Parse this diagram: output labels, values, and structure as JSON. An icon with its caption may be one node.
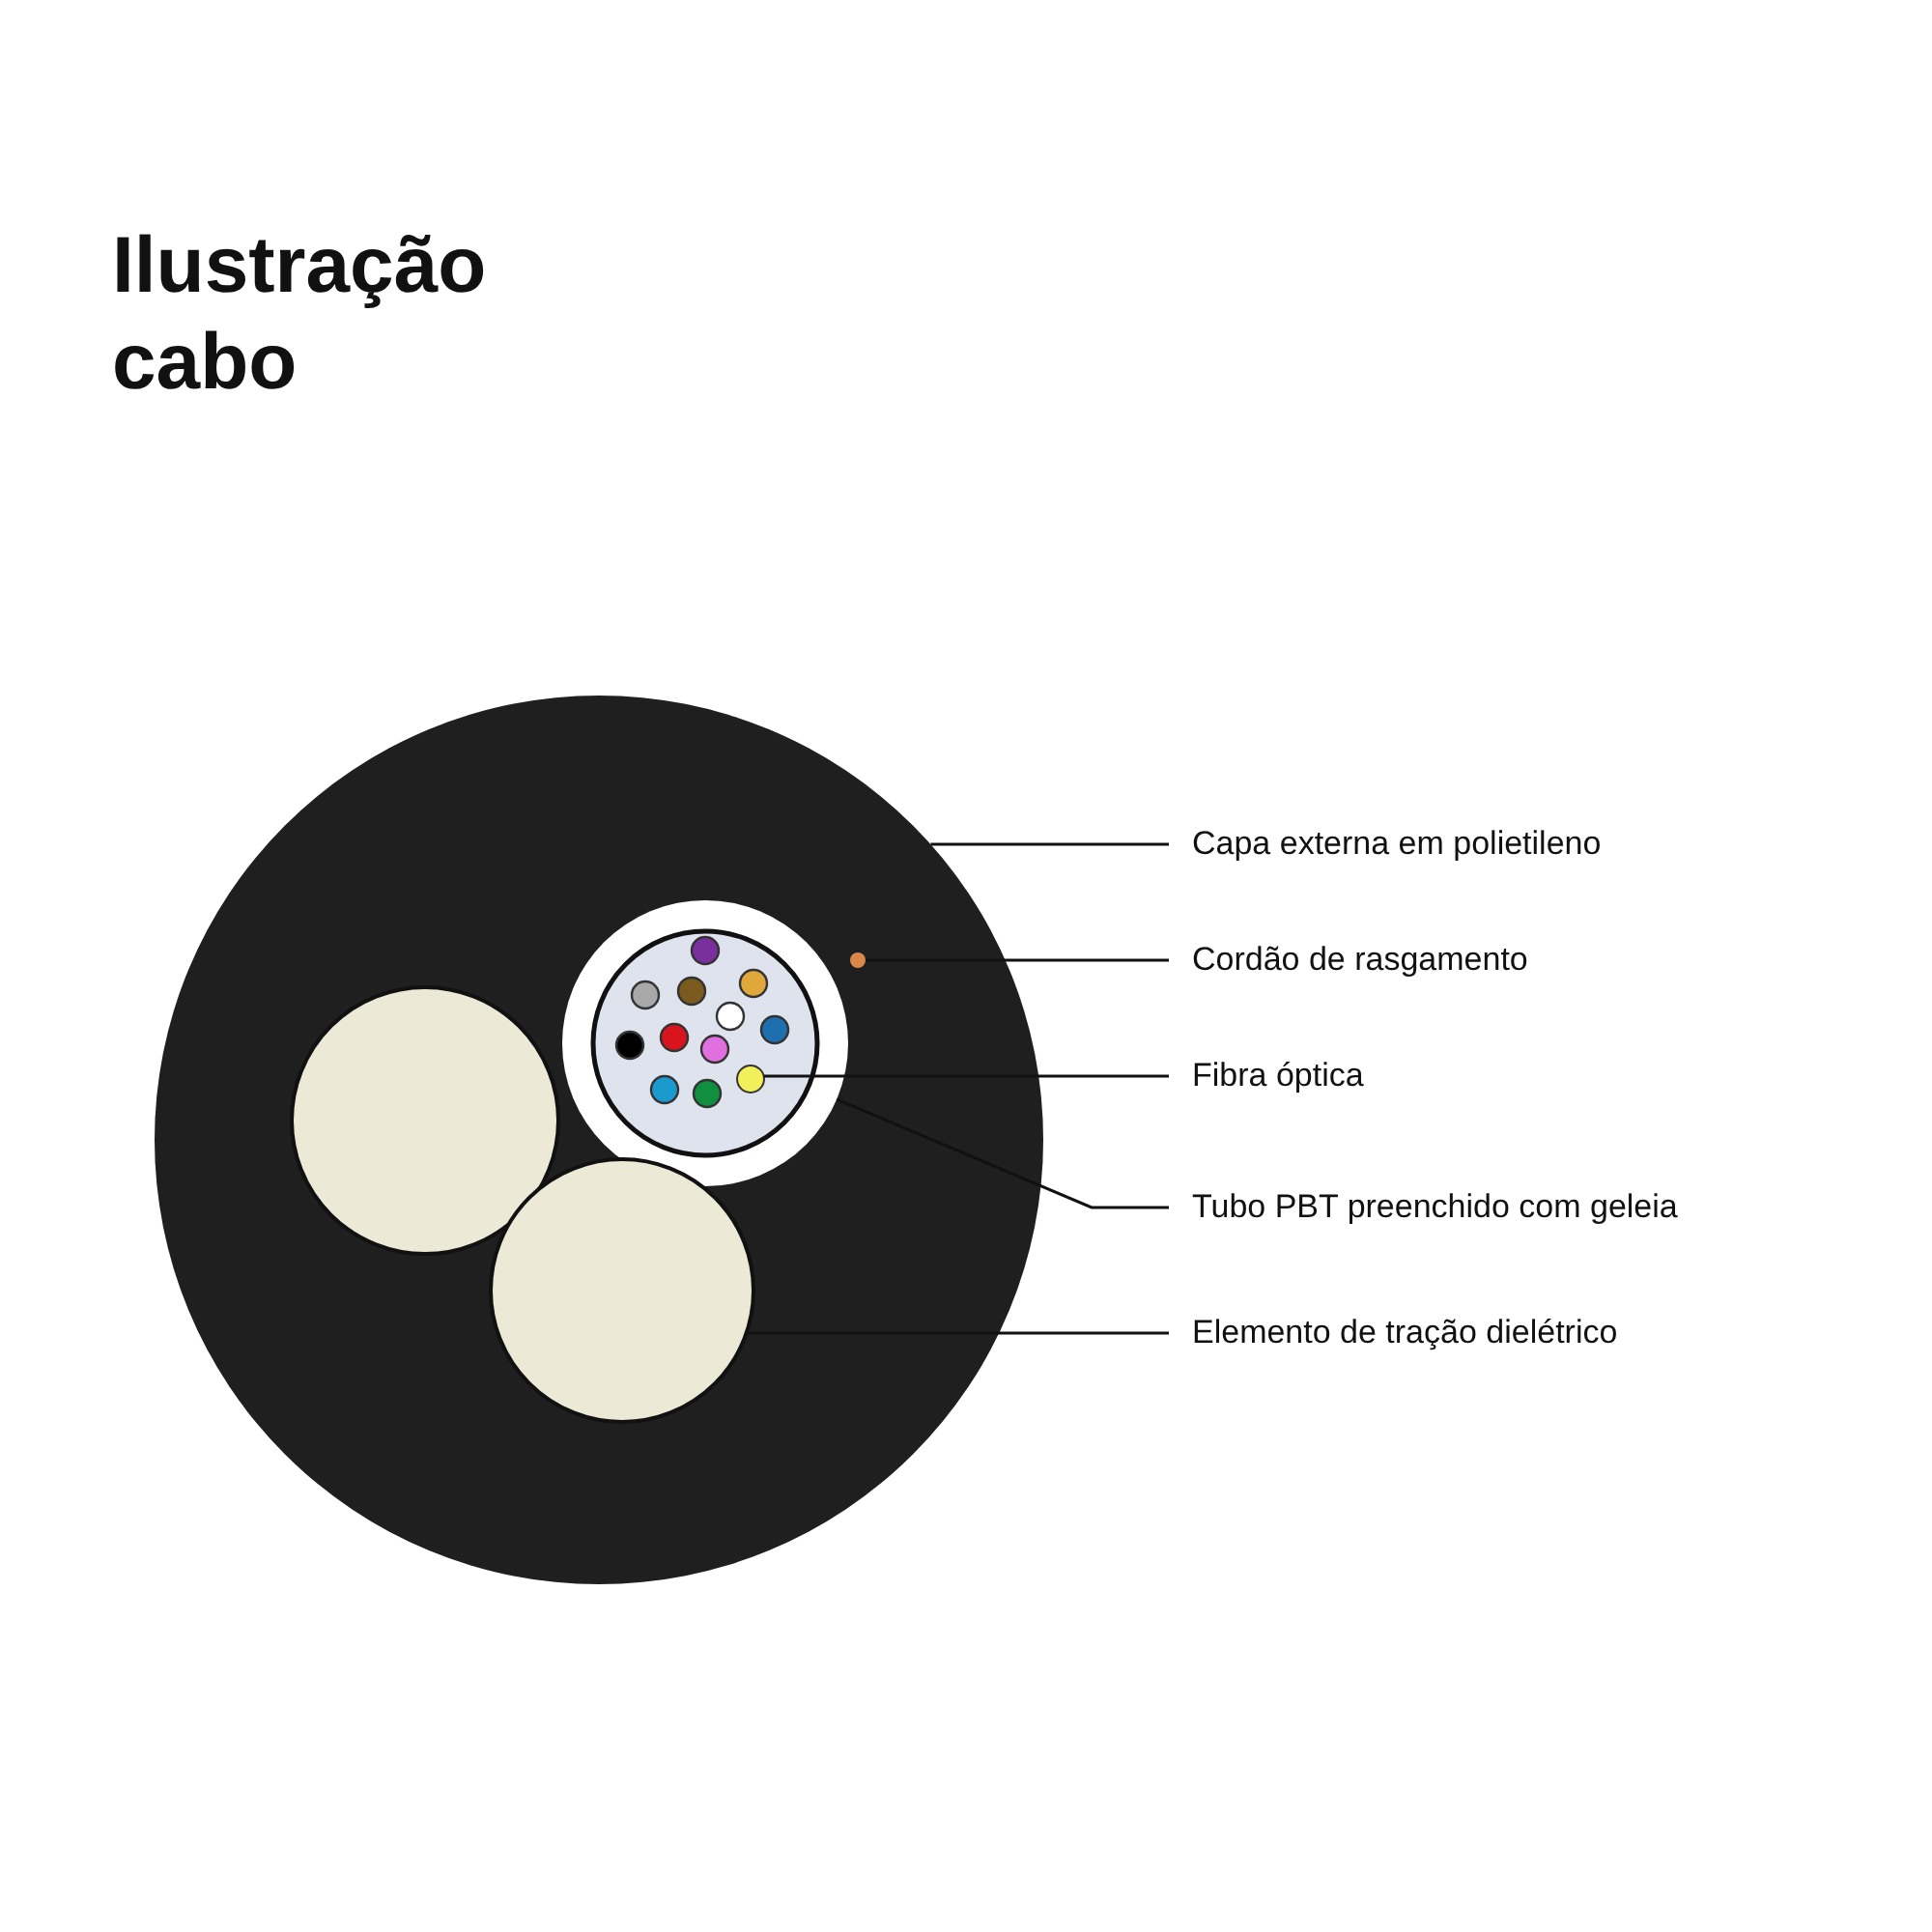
{
  "diagram": {
    "title": "Ilustração cabo",
    "nodes": [
      {
        "text": [
          "Capa externa em polietileno"
        ]
      },
      {
        "text": [
          "Cordão de rasgamento"
        ]
      },
      {
        "text": [
          "Fibra óptica"
        ]
      },
      {
        "text": [
          "Tubo PBT preenchido com geleia"
        ]
      },
      {
        "text": [
          "Elemento de tração dielétrico"
        ]
      },
      {
        "text": [],
        "shape": "circle"
      },
      {
        "text": [],
        "shape": "circle",
        "in": 5
      },
      {
        "text": [],
        "shape": "circle",
        "in": 8
      },
      {
        "text": [],
        "shape": "circle",
        "in": 5
      },
      {
        "text": [],
        "shape": "circle",
        "in": 5
      },
      {
        "text": [],
        "shape": "circle",
        "in": 5
      }
    ],
    "edges": [
      {
        "from": 0,
        "to": 5,
        "arrow": "none"
      },
      {
        "from": 1,
        "to": 6,
        "arrow": "none"
      },
      {
        "from": 2,
        "to": 7,
        "arrow": "none"
      },
      {
        "from": 3,
        "to": 8,
        "arrow": "none"
      },
      {
        "from": 4,
        "to": 10,
        "arrow": "none"
      }
    ]
  }
}
